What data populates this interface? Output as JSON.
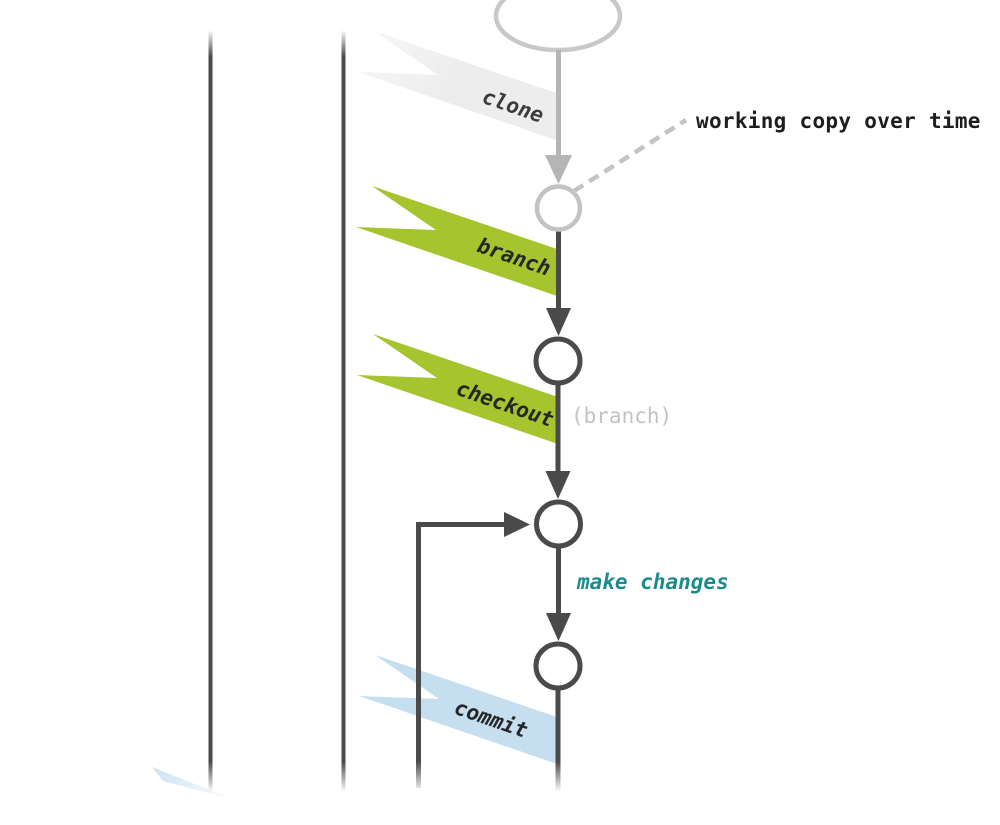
{
  "colors": {
    "flag_green": "#a5c42d",
    "flag_blue": "#c5def0",
    "flag_gray": "#ededed",
    "line_dark": "#4a4a4a",
    "line_gray": "#b5b5b5",
    "circle_gray": "#c3c3c3",
    "teal": "#1b8b8e",
    "text_dark": "#1e1e1e",
    "text_gray": "#c3c3c3"
  },
  "diagram": {
    "flags": [
      {
        "label": "clone"
      },
      {
        "label": "branch"
      },
      {
        "label": "checkout"
      },
      {
        "label": "commit"
      }
    ],
    "annotations": {
      "working_copy": "working copy over time",
      "branch_ref": "(branch)",
      "make_changes": "make changes"
    }
  }
}
